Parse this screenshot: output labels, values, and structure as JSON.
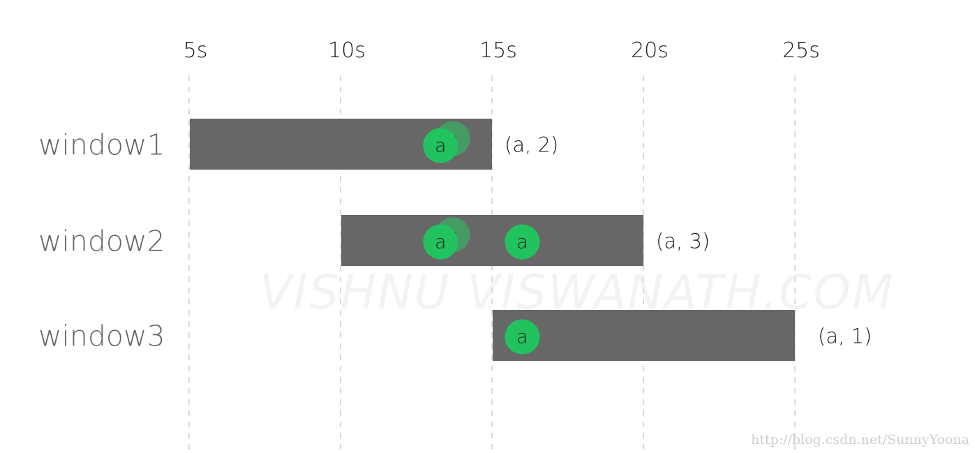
{
  "axis": {
    "min": 5,
    "max": 25,
    "ticks": [
      {
        "value": 5,
        "label": "5s"
      },
      {
        "value": 10,
        "label": "10s"
      },
      {
        "value": 15,
        "label": "15s"
      },
      {
        "value": 20,
        "label": "20s"
      },
      {
        "value": 25,
        "label": "25s"
      }
    ]
  },
  "windows": [
    {
      "name": "window1",
      "start": 5,
      "end": 15,
      "result": "(a, 2)",
      "events": [
        {
          "key": "a",
          "time": 13.3,
          "faded": false
        },
        {
          "key": "a",
          "time": 13.7,
          "faded": true
        }
      ]
    },
    {
      "name": "window2",
      "start": 10,
      "end": 20,
      "result": "(a, 3)",
      "events": [
        {
          "key": "a",
          "time": 13.3,
          "faded": false
        },
        {
          "key": "a",
          "time": 13.7,
          "faded": true
        },
        {
          "key": "a",
          "time": 16.0,
          "faded": false
        }
      ]
    },
    {
      "name": "window3",
      "start": 15,
      "end": 25,
      "result": "(a, 1)",
      "events": [
        {
          "key": "a",
          "time": 16.0,
          "faded": false
        }
      ]
    }
  ],
  "colors": {
    "bar": "#676767",
    "event": "#22c35e",
    "event_faded": "#3ea764",
    "gridline": "#dadada"
  },
  "watermark": {
    "main": "VISHNU VISWANATH.COM",
    "url": "http://blog.csdn.net/SunnyYoona"
  }
}
